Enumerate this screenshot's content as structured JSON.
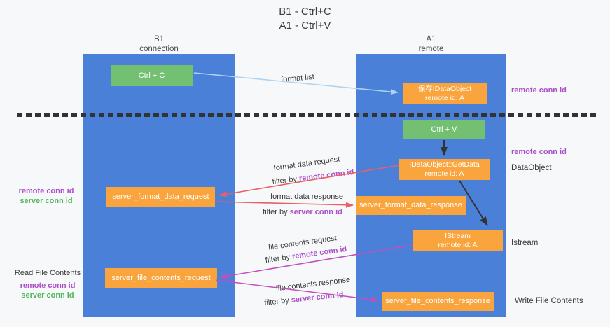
{
  "title": {
    "line1": "B1 - Ctrl+C",
    "line2": "A1 - Ctrl+V"
  },
  "lanes": {
    "left": {
      "title": "B1",
      "subtitle": "connection"
    },
    "right": {
      "title": "A1",
      "subtitle": "remote"
    }
  },
  "nodes": {
    "ctrl_c": {
      "label": "Ctrl + C"
    },
    "save_idataobject": {
      "line1": "保存IDataObject",
      "line2": "remote id: A"
    },
    "ctrl_v": {
      "label": "Ctrl + V"
    },
    "idataobject_getdata": {
      "line1": "IDataObject::GetData",
      "line2": "remote id: A"
    },
    "server_format_data_request": {
      "label": "server_format_data_request"
    },
    "server_format_data_response": {
      "label": "server_format_data_response"
    },
    "istream": {
      "line1": "IStream",
      "line2": "remote id: A"
    },
    "server_file_contents_request": {
      "label": "server_file_contents_request"
    },
    "server_file_contents_response": {
      "label": "server_file_contents_response"
    }
  },
  "flows": {
    "format_list": {
      "label": "format list"
    },
    "format_data_request": {
      "label": "format data request",
      "filter_prefix": "filter by",
      "filter_value": "remote conn id"
    },
    "format_data_response": {
      "label": "format data response",
      "filter_prefix": "filter by",
      "filter_value": "server conn id"
    },
    "file_contents_request": {
      "label": "file contents request",
      "filter_prefix": "filter by",
      "filter_value": "remote conn id"
    },
    "file_contents_response": {
      "label": "file contents response",
      "filter_prefix": "filter by",
      "filter_value": "server conn id"
    }
  },
  "side_labels": {
    "right_remote_conn_id_top": "remote conn id",
    "right_remote_conn_id_mid": "remote conn id",
    "dataobject": "DataObject",
    "istream": "Istream",
    "write_file_contents": "Write File Contents",
    "left_top": {
      "remote_conn_id": "remote conn id",
      "server_conn_id": "server conn id"
    },
    "left_bottom": {
      "title": "Read File Contents",
      "remote_conn_id": "remote conn id",
      "server_conn_id": "server conn id"
    }
  },
  "colors": {
    "lane_blue": "#4a80d8",
    "box_orange": "#f9a43d",
    "box_green": "#74c073",
    "label_purple": "#ab4fc8",
    "label_green": "#52b45a",
    "arrow_red": "#ea5f63",
    "arrow_magenta": "#c24fc0",
    "arrow_light_blue": "#aed4f2",
    "arrow_black": "#333333",
    "background": "#f7f8f9"
  }
}
